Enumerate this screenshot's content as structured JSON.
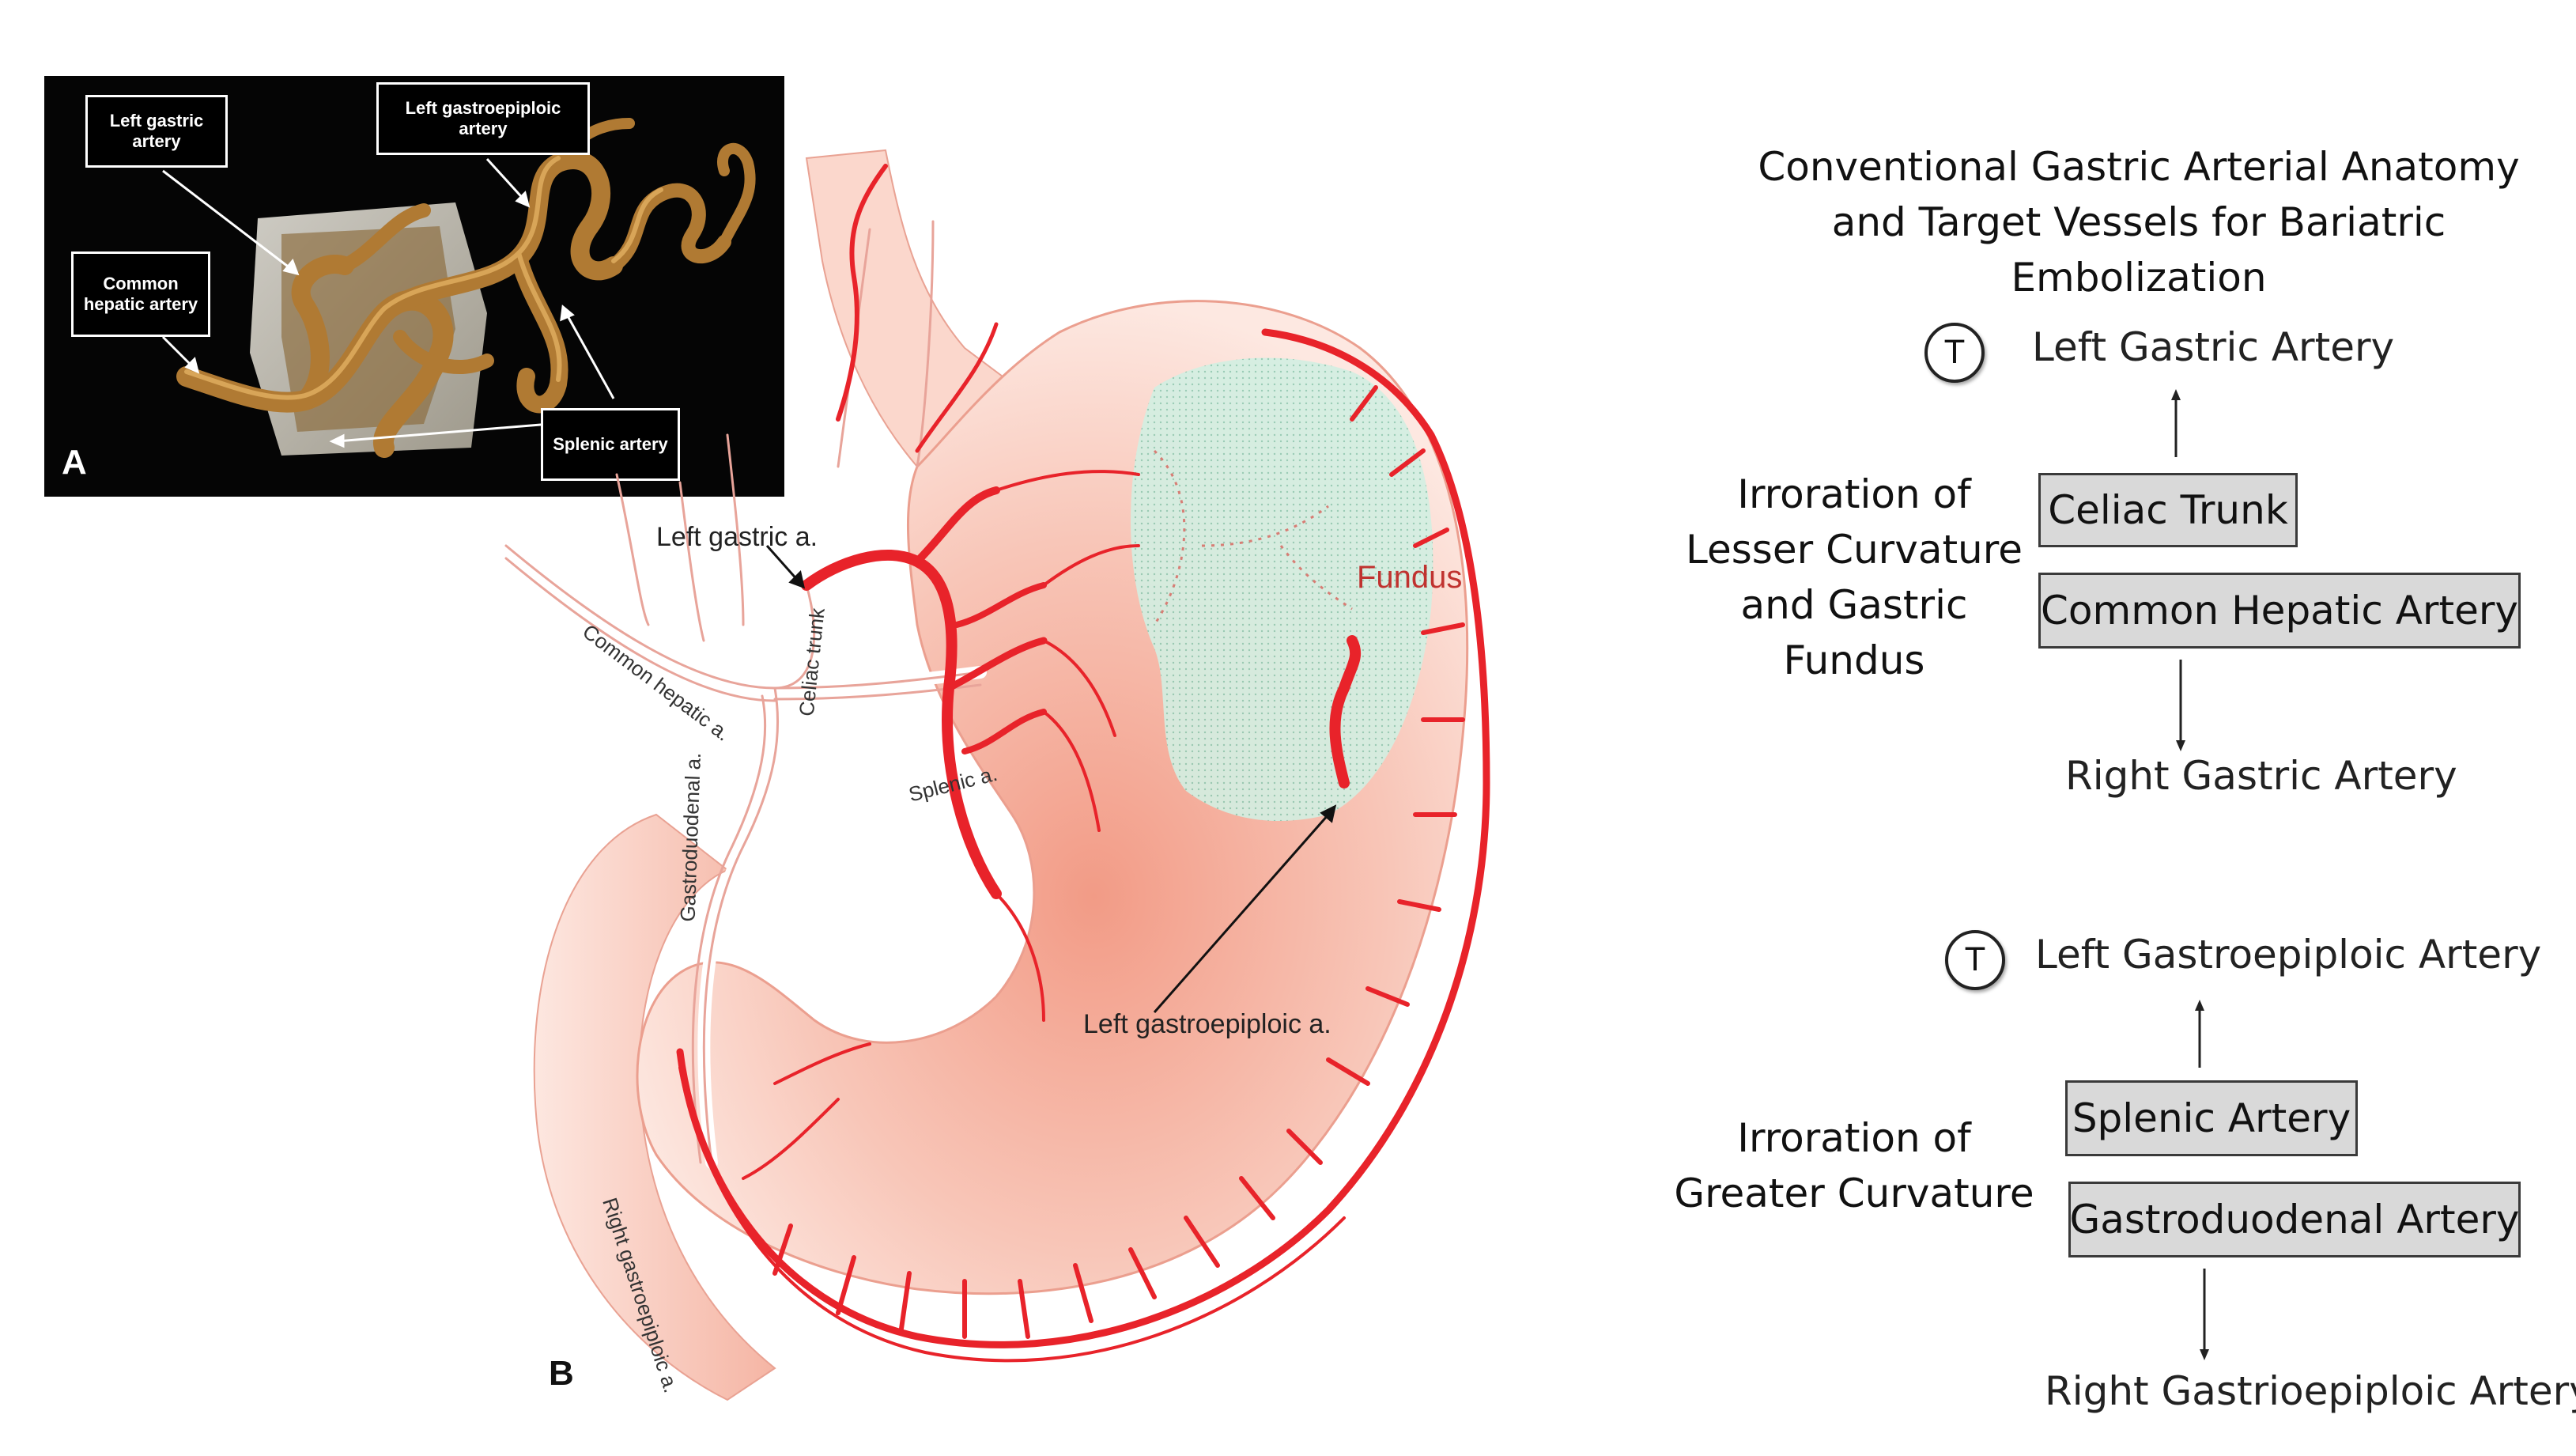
{
  "panel_a": {
    "letter": "A",
    "labels": {
      "left_gastric": "Left gastric artery",
      "left_gastroepiploic": "Left gastroepiploic artery",
      "common_hepatic": "Common hepatic artery",
      "splenic": "Splenic artery"
    }
  },
  "panel_b": {
    "letter": "B",
    "labels": {
      "left_gastric": "Left gastric a.",
      "common_hepatic": "Common hepatic a.",
      "celiac_trunk": "Celiac trunk",
      "splenic": "Splenic a.",
      "gastroduodenal": "Gastroduodenal a.",
      "fundus": "Fundus",
      "left_gastroepiploic": "Left gastroepiploic a.",
      "right_gastroepiploic": "Right gastroepiploic a."
    }
  },
  "right_panel": {
    "title_line1": "Conventional Gastric Arterial Anatomy",
    "title_line2": "and Target Vessels for Bariatric Embolization",
    "target_symbol": "T",
    "section1": {
      "heading_line1": "Irroration of",
      "heading_line2": "Lesser Curvature",
      "heading_line3": "and Gastric Fundus",
      "target": "Left Gastric Artery",
      "box1": "Celiac Trunk",
      "box2": "Common Hepatic Artery",
      "bottom": "Right Gastric Artery"
    },
    "section2": {
      "heading_line1": "Irroration of",
      "heading_line2": "Greater Curvature",
      "target": "Left Gastroepiploic Artery",
      "box1": "Splenic Artery",
      "box2": "Gastroduodenal Artery",
      "bottom": "Right Gastrioepiploic Artery"
    }
  },
  "colors": {
    "artery_red": "#e8232a",
    "stomach_pink": "#f6c2b6",
    "fundus_green": "#cfeee0",
    "box_gray": "#d9d9d9"
  }
}
